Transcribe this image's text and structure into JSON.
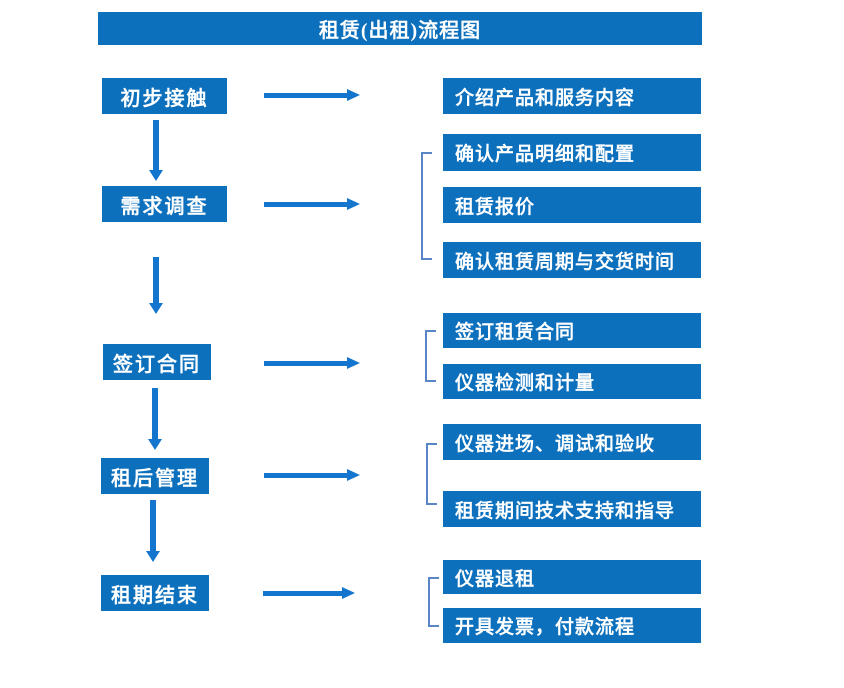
{
  "title": "租赁(出租)流程图",
  "colors": {
    "box_fill": "#0d70bd",
    "arrow": "#1375cd",
    "bracket": "#5b86c5",
    "text": "#ffffff",
    "background": "#ffffff"
  },
  "left_steps": [
    {
      "label": "初步接触"
    },
    {
      "label": "需求调查"
    },
    {
      "label": "签订合同"
    },
    {
      "label": "租后管理"
    },
    {
      "label": "租期结束"
    }
  ],
  "right_items": [
    {
      "label": "介绍产品和服务内容"
    },
    {
      "label": "确认产品明细和配置"
    },
    {
      "label": "租赁报价"
    },
    {
      "label": "确认租赁周期与交货时间"
    },
    {
      "label": "签订租赁合同"
    },
    {
      "label": "仪器检测和计量"
    },
    {
      "label": "仪器进场、调试和验收"
    },
    {
      "label": "租赁期间技术支持和指导"
    },
    {
      "label": "仪器退租"
    },
    {
      "label": "开具发票，付款流程"
    }
  ]
}
